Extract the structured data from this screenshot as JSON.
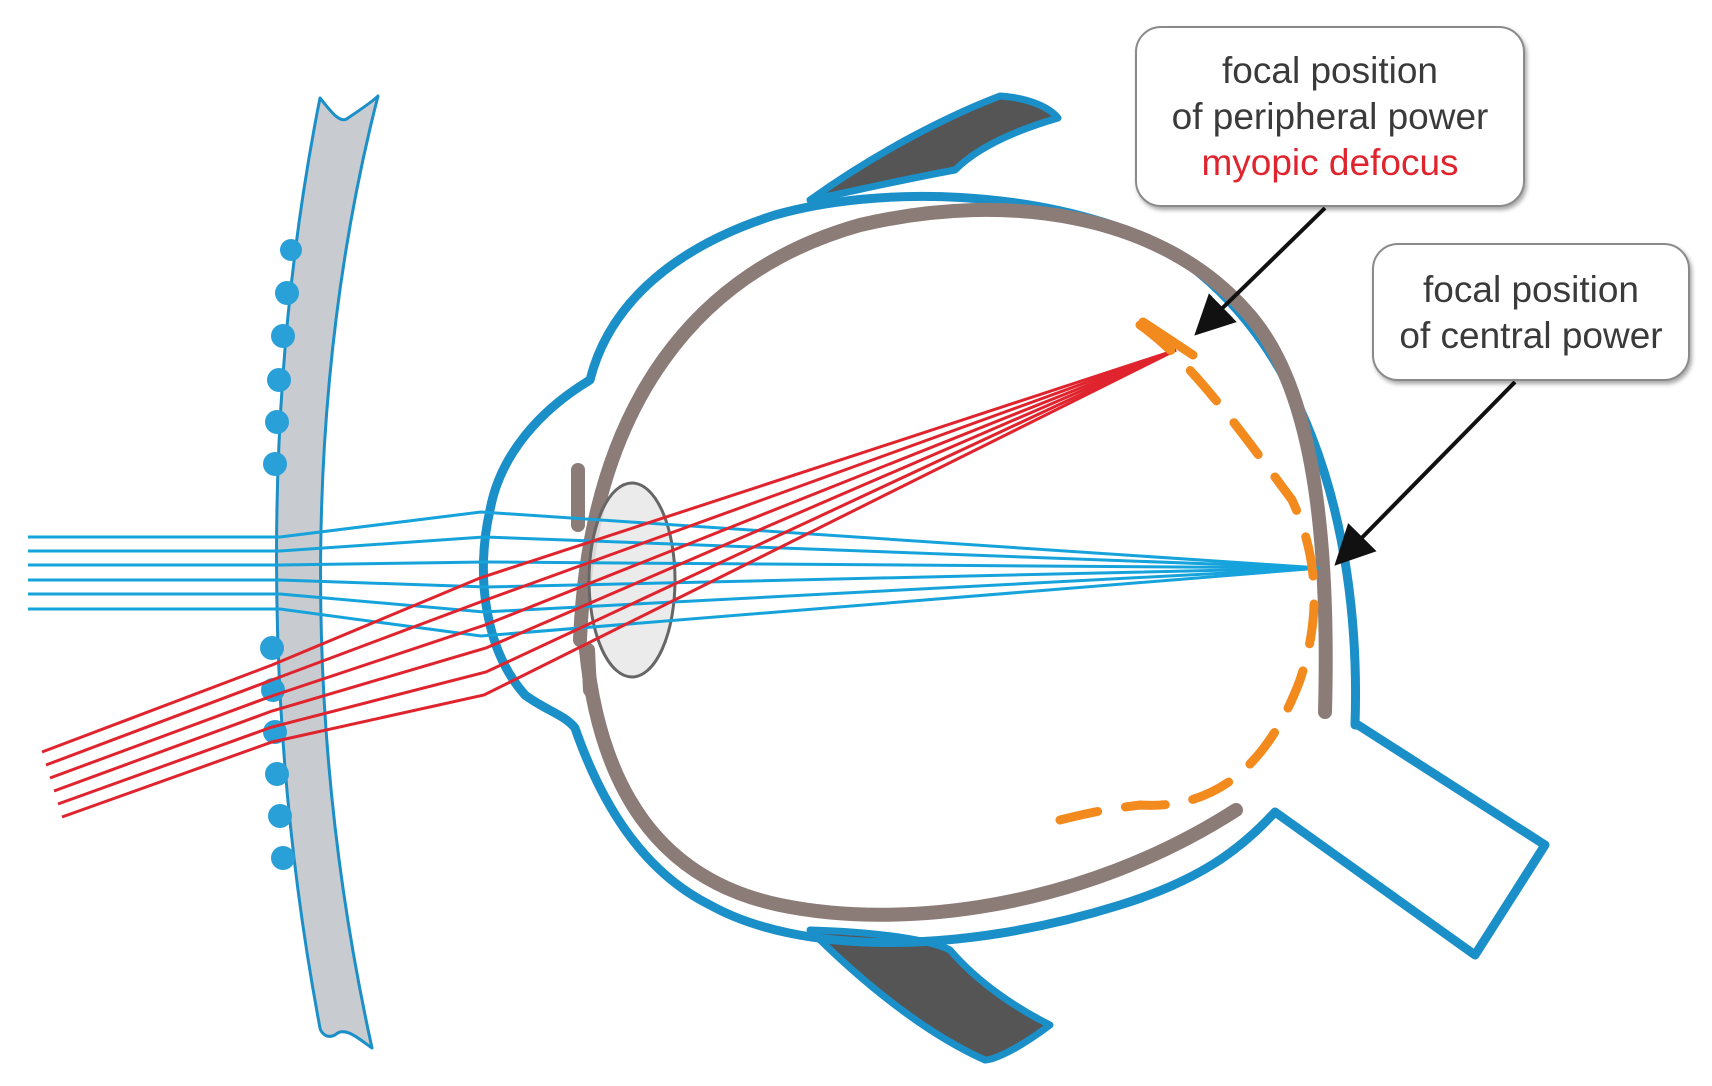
{
  "callouts": {
    "peripheral": {
      "line1": "focal position",
      "line2": "of peripheral power",
      "line3": "myopic defocus"
    },
    "central": {
      "line1": "focal position",
      "line2": "of central power"
    }
  },
  "colors": {
    "eye_outline": "#1b8fc8",
    "retina": "#8c7c78",
    "lens": "#e8e8e8",
    "spectacle_lens": "#c8ccd0",
    "lenslets": "#2aa0d8",
    "central_rays": "#16a3dc",
    "peripheral_rays": "#e0242e",
    "focal_shell": "#f28a1e",
    "eyelids": "#555555",
    "arrows": "#111111",
    "myopic_defocus_text": "#e0242e"
  }
}
